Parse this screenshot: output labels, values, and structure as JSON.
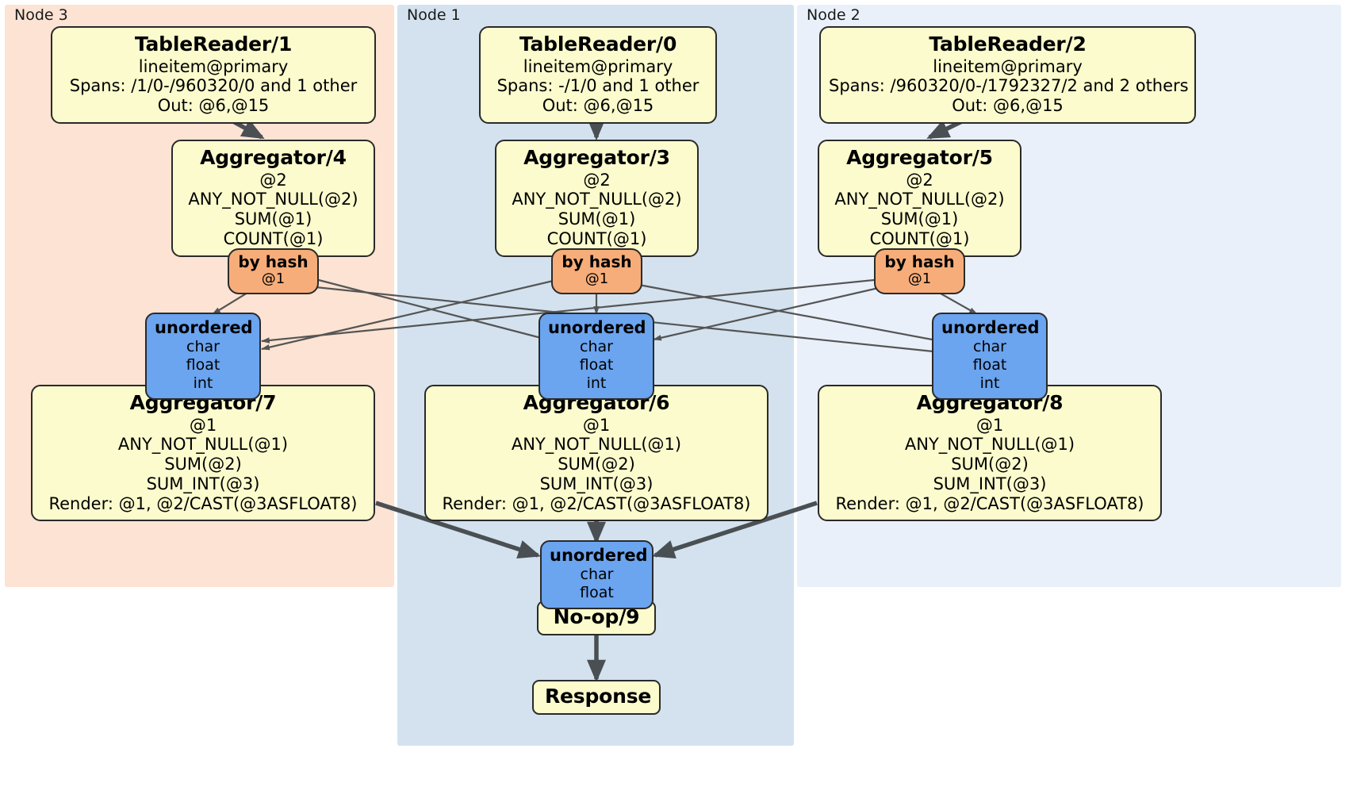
{
  "diagram": {
    "type": "distributed-query-plan",
    "colors": {
      "node3_panel": "#fce3d4",
      "node1_panel": "#d3e2ee",
      "node2_panel": "#eaf0fa",
      "processor_fill": "#fbfbcd",
      "router_fill": "#f7ad79",
      "synchronizer_fill": "#6ba4ef",
      "stroke": "#2a2a2a",
      "thin_edge": "#555555",
      "thick_edge": "#4a4f54"
    }
  },
  "nodes": [
    {
      "id": "node3",
      "label": "Node 3"
    },
    {
      "id": "node1",
      "label": "Node 1"
    },
    {
      "id": "node2",
      "label": "Node 2"
    }
  ],
  "processors": {
    "table_reader_1": {
      "title": "TableReader/1",
      "lines": [
        "lineitem@primary",
        "Spans: /1/0-/960320/0 and 1 other",
        "Out: @6,@15"
      ]
    },
    "table_reader_0": {
      "title": "TableReader/0",
      "lines": [
        "lineitem@primary",
        "Spans: -/1/0 and 1 other",
        "Out: @6,@15"
      ]
    },
    "table_reader_2": {
      "title": "TableReader/2",
      "lines": [
        "lineitem@primary",
        "Spans: /960320/0-/1792327/2 and 2 others",
        "Out: @6,@15"
      ]
    },
    "aggregator_4": {
      "title": "Aggregator/4",
      "lines": [
        "@2",
        "ANY_NOT_NULL(@2)",
        "SUM(@1)",
        "COUNT(@1)"
      ]
    },
    "aggregator_3": {
      "title": "Aggregator/3",
      "lines": [
        "@2",
        "ANY_NOT_NULL(@2)",
        "SUM(@1)",
        "COUNT(@1)"
      ]
    },
    "aggregator_5": {
      "title": "Aggregator/5",
      "lines": [
        "@2",
        "ANY_NOT_NULL(@2)",
        "SUM(@1)",
        "COUNT(@1)"
      ]
    },
    "aggregator_7": {
      "title": "Aggregator/7",
      "lines": [
        "@1",
        "ANY_NOT_NULL(@1)",
        "SUM(@2)",
        "SUM_INT(@3)",
        "Render: @1, @2/CAST(@3ASFLOAT8)"
      ]
    },
    "aggregator_6": {
      "title": "Aggregator/6",
      "lines": [
        "@1",
        "ANY_NOT_NULL(@1)",
        "SUM(@2)",
        "SUM_INT(@3)",
        "Render: @1, @2/CAST(@3ASFLOAT8)"
      ]
    },
    "aggregator_8": {
      "title": "Aggregator/8",
      "lines": [
        "@1",
        "ANY_NOT_NULL(@1)",
        "SUM(@2)",
        "SUM_INT(@3)",
        "Render: @1, @2/CAST(@3ASFLOAT8)"
      ]
    },
    "noop_9": {
      "title": "No-op/9",
      "lines": []
    },
    "response": {
      "title": "Response",
      "lines": []
    }
  },
  "routers": {
    "by_hash_4": {
      "title": "by hash",
      "lines": [
        "@1"
      ]
    },
    "by_hash_3": {
      "title": "by hash",
      "lines": [
        "@1"
      ]
    },
    "by_hash_5": {
      "title": "by hash",
      "lines": [
        "@1"
      ]
    }
  },
  "synchronizers": {
    "unordered_7": {
      "title": "unordered",
      "lines": [
        "char",
        "float",
        "int"
      ]
    },
    "unordered_6": {
      "title": "unordered",
      "lines": [
        "char",
        "float",
        "int"
      ]
    },
    "unordered_8": {
      "title": "unordered",
      "lines": [
        "char",
        "float",
        "int"
      ]
    },
    "unordered_final": {
      "title": "unordered",
      "lines": [
        "char",
        "float"
      ]
    }
  }
}
